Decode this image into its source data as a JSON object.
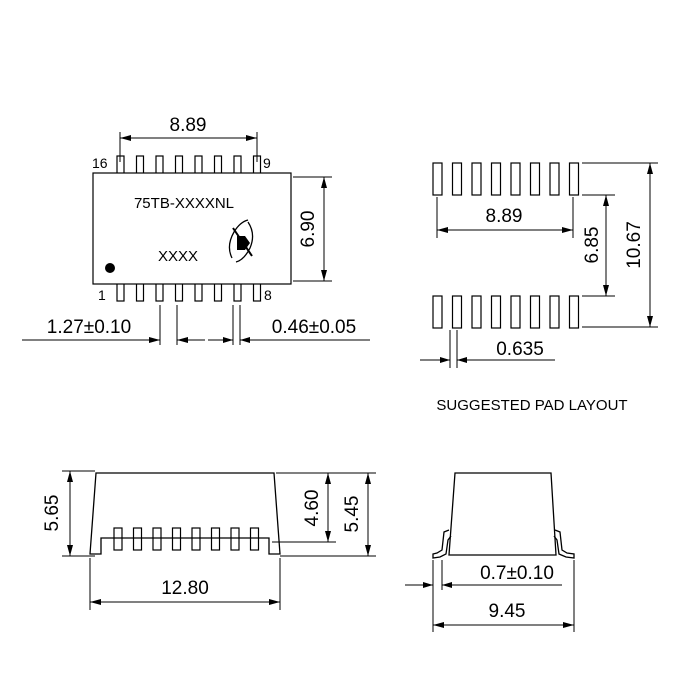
{
  "top_view": {
    "part_marking": "75TB-XXXXNL",
    "date_code": "XXXX",
    "pin_16": "16",
    "pin_9": "9",
    "pin_1": "1",
    "pin_8": "8",
    "dim_row_length": "8.89",
    "dim_body_width": "6.90",
    "dim_pitch": "1.27±0.10",
    "dim_lead_width": "0.46±0.05"
  },
  "pad_layout": {
    "caption": "SUGGESTED PAD LAYOUT",
    "dim_row_length": "8.89",
    "dim_inner_span": "6.85",
    "dim_outer_span": "10.67",
    "dim_pad_width": "0.635"
  },
  "side_view": {
    "dim_total_height": "5.65",
    "dim_body_height": "4.60",
    "dim_height_to_seat": "5.45",
    "dim_body_length": "12.80"
  },
  "end_view": {
    "dim_lead_length": "0.7±0.10",
    "dim_total_width": "9.45"
  }
}
